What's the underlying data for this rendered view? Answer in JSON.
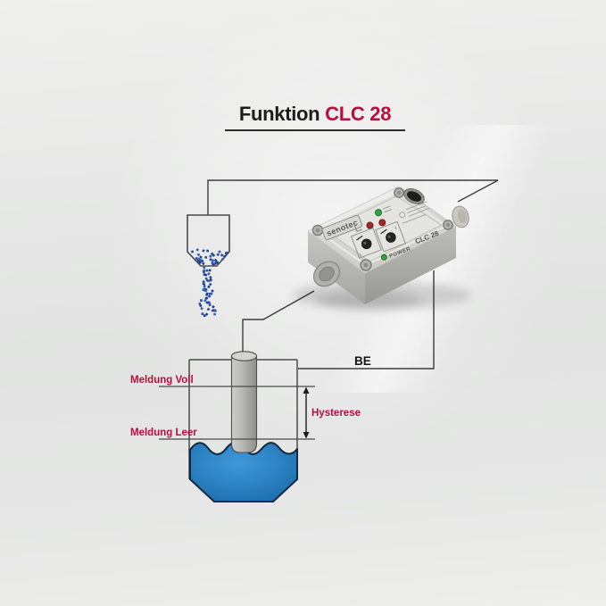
{
  "title": {
    "black": "Funktion",
    "red": "CLC 28"
  },
  "labels": {
    "full": "Meldung Voll",
    "empty": "Meldung Leer",
    "hysteresis": "Hysterese",
    "be": "BE"
  },
  "device": {
    "brand": "senotec",
    "model": "CLC 28",
    "power": "POWER",
    "leds": {
      "top": "green",
      "mid_left": "red",
      "mid_right": "red",
      "bottom_power": "green"
    }
  },
  "colors": {
    "accent_red": "#BB0E3D",
    "title_black": "#1C1C1A",
    "line_gray": "#3D3D3D",
    "liquid_blue_light": "#3F98D8",
    "liquid_blue_dark": "#1B6DAD",
    "liquid_outline": "#14283E",
    "granule_blue": "#2B51A8",
    "probe_gray": "#AFAFAD",
    "device_gray": "#D7D7D3"
  }
}
